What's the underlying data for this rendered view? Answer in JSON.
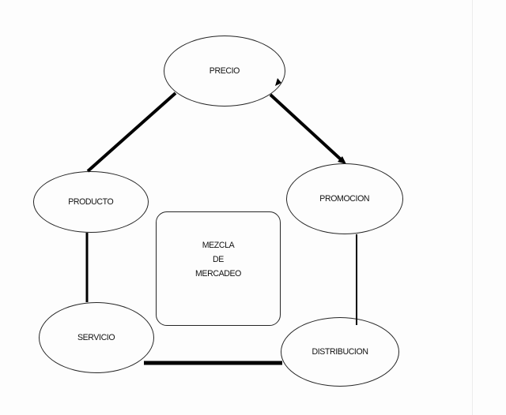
{
  "diagram": {
    "center_box": {
      "lines": [
        "MEZCLA",
        "DE",
        "MERCADEO"
      ]
    },
    "nodes": [
      {
        "id": "precio",
        "label": "PRECIO"
      },
      {
        "id": "producto",
        "label": "PRODUCTO"
      },
      {
        "id": "promocion",
        "label": "PROMOCION"
      },
      {
        "id": "servicio",
        "label": "SERVICIO"
      },
      {
        "id": "distribucion",
        "label": "DISTRIBUCION"
      }
    ],
    "colors": {
      "shape_stroke": "#262626",
      "connector": "#000000",
      "background": "#fdfdfd",
      "margin_line": "#ececec"
    }
  }
}
